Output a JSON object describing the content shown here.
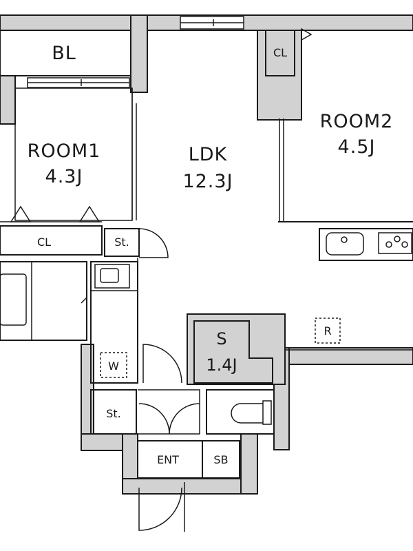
{
  "rooms": {
    "bl": {
      "label": "BL"
    },
    "room1": {
      "label": "ROOM1",
      "size": "4.3J"
    },
    "ldk": {
      "label": "LDK",
      "size": "12.3J"
    },
    "room2": {
      "label": "ROOM2",
      "size": "4.5J"
    },
    "room2_closet": {
      "label": "CL"
    },
    "room1_closet": {
      "label": "CL"
    },
    "storage_hall": {
      "label": "St."
    },
    "washer": {
      "label": "W"
    },
    "storage_s": {
      "label": "S",
      "size": "1.4J"
    },
    "refrigerator": {
      "label": "R"
    },
    "storage_entry": {
      "label": "St."
    },
    "entrance": {
      "label": "ENT"
    },
    "shoe_box": {
      "label": "SB"
    }
  }
}
